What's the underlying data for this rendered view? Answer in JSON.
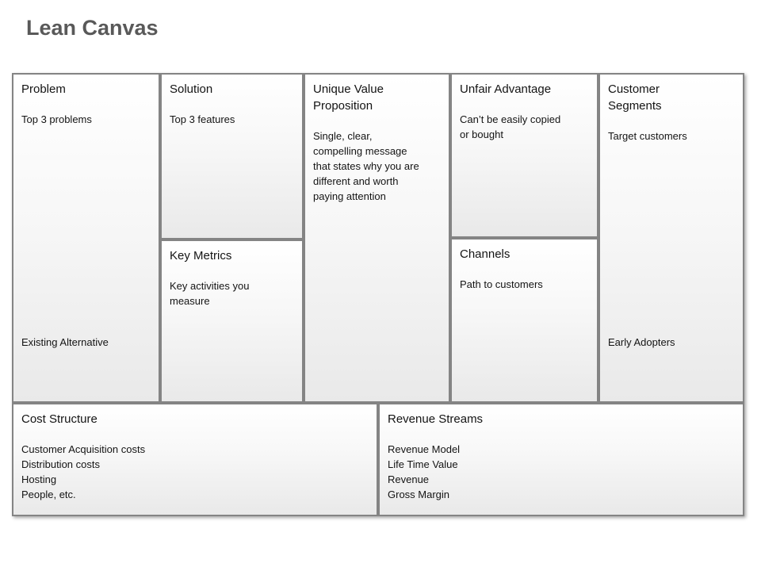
{
  "page_title": "Lean Canvas",
  "colors": {
    "title_text": "#595959",
    "cell_border": "#848484",
    "cell_gradient_top": "#ffffff",
    "cell_gradient_bottom": "#e9e9e9",
    "cell_text": "#141414"
  },
  "canvas": {
    "problem": {
      "title": "Problem",
      "body": "Top 3 problems",
      "footer": "Existing Alternative"
    },
    "solution": {
      "title": "Solution",
      "body": "Top 3 features"
    },
    "key_metrics": {
      "title": "Key Metrics",
      "body": "Key activities you measure"
    },
    "unique_value_proposition": {
      "title": "Unique Value Proposition",
      "body": "Single, clear, compelling message that states why you are different and worth paying attention"
    },
    "unfair_advantage": {
      "title": "Unfair Advantage",
      "body": "Can’t be easily copied or bought"
    },
    "channels": {
      "title": "Channels",
      "body": "Path to customers"
    },
    "customer_segments": {
      "title": "Customer Segments",
      "body": "Target customers",
      "footer": "Early Adopters"
    },
    "cost_structure": {
      "title": "Cost Structure",
      "lines": [
        "Customer Acquisition costs",
        "Distribution costs",
        "Hosting",
        "People, etc."
      ]
    },
    "revenue_streams": {
      "title": "Revenue Streams",
      "lines": [
        "Revenue Model",
        "Life Time Value",
        "Revenue",
        "Gross Margin"
      ]
    }
  }
}
